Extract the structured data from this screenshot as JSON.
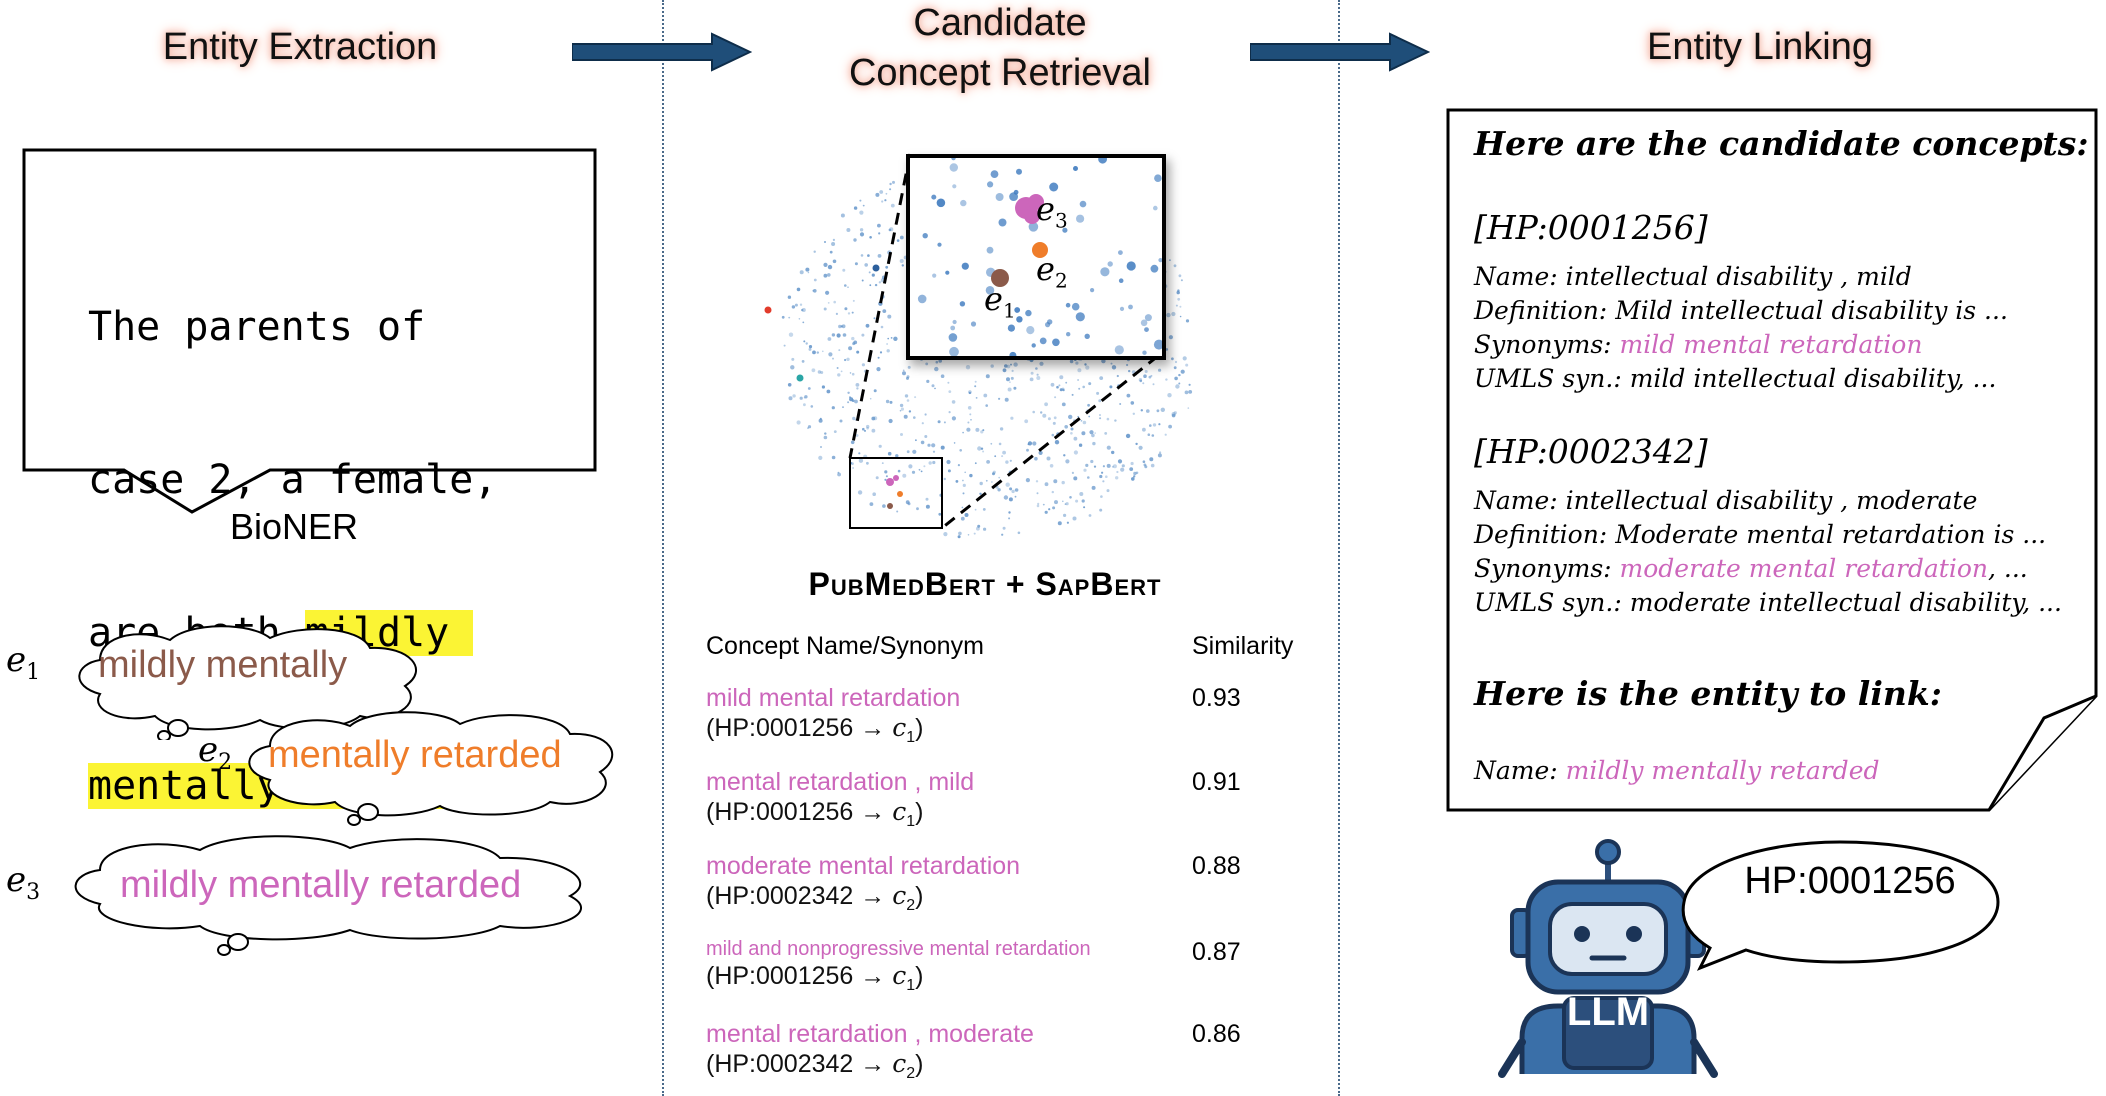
{
  "stages": {
    "extraction_title": "Entity Extraction",
    "retrieval_title_line1": "Candidate",
    "retrieval_title_line2": "Concept Retrieval",
    "linking_title": "Entity Linking"
  },
  "extraction": {
    "sentence_line1": "The parents of",
    "sentence_line2": "case 2, a female,",
    "sentence_line3_plain": "are both ",
    "sentence_line3_hl": "mildly ",
    "sentence_line4_hl": "mentally retarded",
    "sentence_line4_end": ".",
    "model_label": "BioNER",
    "entities": [
      {
        "label": "e",
        "sub": "1",
        "text": "mildly mentally"
      },
      {
        "label": "e",
        "sub": "2",
        "text": "mentally retarded"
      },
      {
        "label": "e",
        "sub": "3",
        "text": "mildly mentally retarded"
      }
    ]
  },
  "retrieval": {
    "embedding_labels": {
      "e1": "e",
      "e1_sub": "1",
      "e2": "e",
      "e2_sub": "2",
      "e3": "e",
      "e3_sub": "3"
    },
    "encoder_label": "PubMedBert + SapBert",
    "table_header": {
      "name": "Concept Name/Synonym",
      "similarity": "Similarity"
    },
    "rows": [
      {
        "name": "mild mental retardation",
        "id": "(HP:0001256 → ",
        "c": "c",
        "c_sub": "1",
        "close": ")",
        "similarity": "0.93"
      },
      {
        "name": "mental retardation , mild",
        "id": "(HP:0001256 → ",
        "c": "c",
        "c_sub": "1",
        "close": ")",
        "similarity": "0.91"
      },
      {
        "name": "moderate mental retardation",
        "id": "(HP:0002342 → ",
        "c": "c",
        "c_sub": "2",
        "close": ")",
        "similarity": "0.88"
      },
      {
        "name": "mild and nonprogressive mental retardation",
        "id": "(HP:0001256 → ",
        "c": "c",
        "c_sub": "1",
        "close": ")",
        "similarity": "0.87"
      },
      {
        "name": "mental retardation , moderate",
        "id": "(HP:0002342 → ",
        "c": "c",
        "c_sub": "2",
        "close": ")",
        "similarity": "0.86"
      }
    ]
  },
  "linking": {
    "intro": "Here are the candidate concepts:",
    "concepts": [
      {
        "id": "[HP:0001256]",
        "name_label": "Name: ",
        "name": "intellectual disability , mild",
        "def_label": "Definition: ",
        "def": "Mild intellectual disability is ...",
        "syn_label": "Synonyms: ",
        "syn": "mild mental retardation",
        "syn_tail": "",
        "umls_label": "UMLS syn.: ",
        "umls": "mild intellectual disability, ..."
      },
      {
        "id": "[HP:0002342]",
        "name_label": "Name: ",
        "name": "intellectual disability , moderate",
        "def_label": "Definition: ",
        "def": "Moderate mental retardation is ...",
        "syn_label": "Synonyms: ",
        "syn": "moderate mental retardation",
        "syn_tail": ", ...",
        "umls_label": "UMLS syn.: ",
        "umls": "moderate intellectual disability, ..."
      }
    ],
    "entity_intro": "Here is the entity to link:",
    "entity_name_label": "Name: ",
    "entity_name": "mildly mentally retarded",
    "robot_label": "LLM",
    "answer": "HP:0001256"
  },
  "colors": {
    "arrow": "#1f4e79",
    "pink": "#cc66bb",
    "brown": "#8b5a4a",
    "orange": "#ef7d2a",
    "highlight": "#fbf434",
    "robot_blue": "#3a6fa8"
  }
}
